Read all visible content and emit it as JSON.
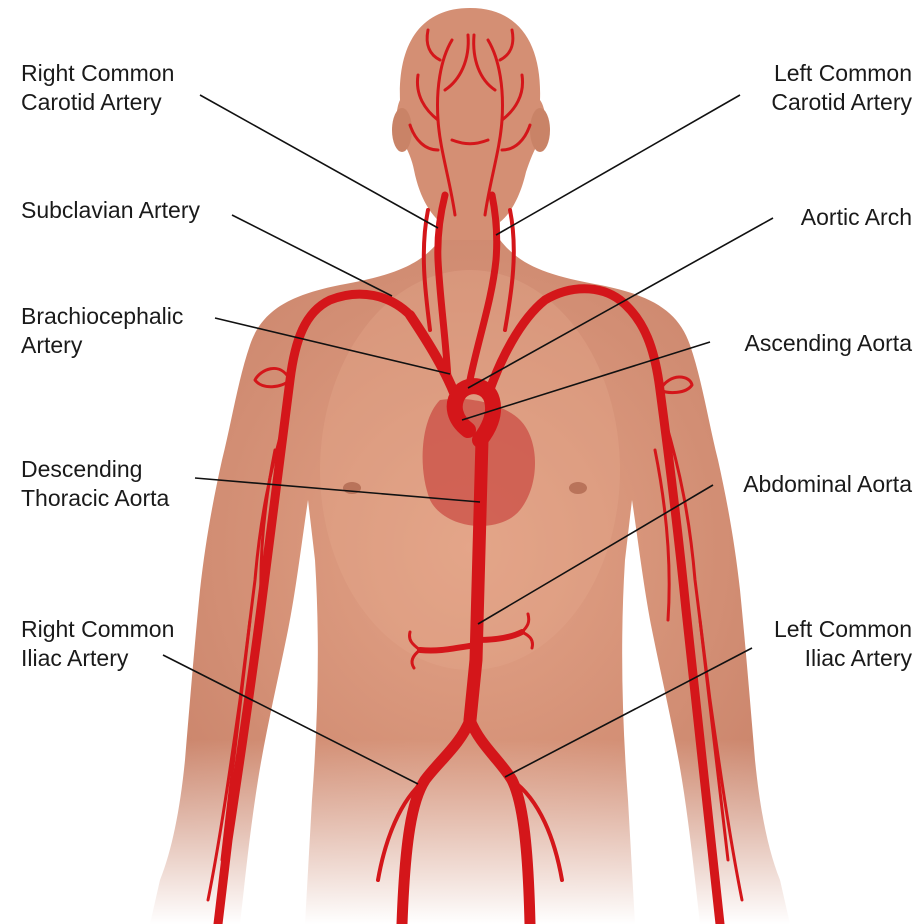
{
  "colors": {
    "background": "#ffffff",
    "skin": "#d8957a",
    "skin_shadow": "#c07a60",
    "artery": "#d4161a",
    "artery_dark": "#a50c10",
    "heart": "#c8403a",
    "leader_line": "#111111",
    "label_text": "#1a1a1a"
  },
  "labels": {
    "right_common_carotid": {
      "line1": "Right Common",
      "line2": "Carotid Artery"
    },
    "left_common_carotid": {
      "line1": "Left Common",
      "line2": "Carotid Artery"
    },
    "subclavian": {
      "line1": "Subclavian Artery"
    },
    "aortic_arch": {
      "line1": "Aortic Arch"
    },
    "brachiocephalic": {
      "line1": "Brachiocephalic",
      "line2": "Artery"
    },
    "ascending_aorta": {
      "line1": "Ascending Aorta"
    },
    "descending_thoracic": {
      "line1": "Descending",
      "line2": "Thoracic Aorta"
    },
    "abdominal_aorta": {
      "line1": "Abdominal Aorta"
    },
    "right_common_iliac": {
      "line1": "Right Common",
      "line2": "Iliac Artery"
    },
    "left_common_iliac": {
      "line1": "Left Common",
      "line2": "Iliac Artery"
    }
  }
}
